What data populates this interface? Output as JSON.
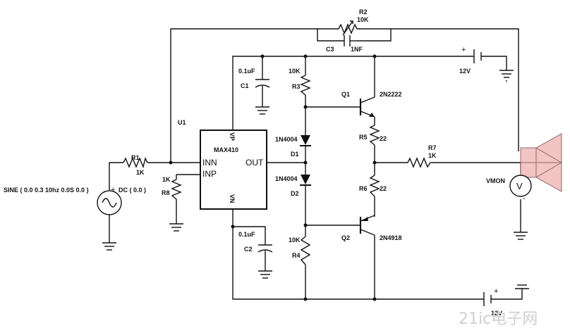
{
  "labels": {
    "r2_name": "R2",
    "r2_value": "10K",
    "c3_name": "C3",
    "c3_value": "1NF",
    "vsrc_top": "12V",
    "vsrc_bottom": "12V",
    "c1_value": "0.1uF",
    "c1_name": "C1",
    "r3_value": "10K",
    "r3_name": "R3",
    "q1_name": "Q1",
    "q1_part": "2N2222",
    "u1_name": "U1",
    "vp_pin": "VP",
    "vn_pin": "VN",
    "opamp_part": "MAX410",
    "inn_pin": "INN",
    "inp_pin": "INP",
    "out_pin": "OUT",
    "d1_part": "1N4004",
    "d1_name": "D1",
    "d2_part": "1N4004",
    "d2_name": "D2",
    "r5_name": "R5",
    "r5_value": "22",
    "r6_name": "R6",
    "r6_value": "22",
    "r7_name": "R7",
    "r7_value": "1K",
    "r1_name": "R1",
    "r1_value": "1K",
    "r8_value": "1K",
    "r8_name": "R8",
    "sine_source": "SINE ( 0.0 0.3 10hz 0.0S 0.0 )",
    "dc_source": "DC ( 0.0 )",
    "plus_sign": "+",
    "minus_sign": "-",
    "vmon": "VMON",
    "voltmeter_symbol": "V",
    "c2_value": "0.1uF",
    "c2_name": "C2",
    "r4_value": "10K",
    "r4_name": "R4",
    "q2_name": "Q2",
    "q2_part": "2N4918",
    "watermark": "21ic电子网"
  },
  "colors": {
    "wire": "#111111",
    "speaker_fill": "#f2c4c4",
    "speaker_stroke": "#8c6a6a",
    "watermark": "#cfcfcf"
  }
}
